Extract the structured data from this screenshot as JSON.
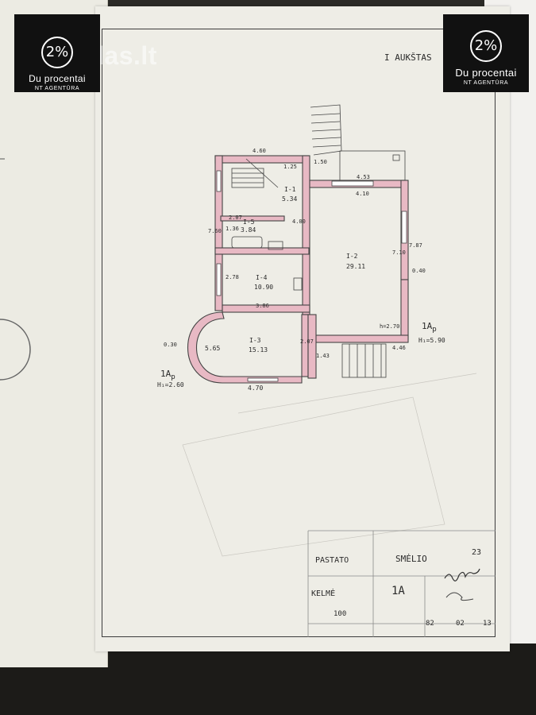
{
  "brand": {
    "name": "Du procentai",
    "subtitle": "NT AGENTŪRA",
    "symbol": "2%"
  },
  "watermark": "aruodas.lt",
  "plan": {
    "floor_title": "I AUKŠTAS",
    "dimensions": {
      "top_width": "4.60",
      "stair_width": "1.25",
      "stair_side": "1.50",
      "right_top": "4.53",
      "right_inner": "4.10",
      "bath_width": "2.07",
      "bath_depth": "1.36",
      "left_side": "7.60",
      "corridor": "4.00",
      "room4_side": "2.78",
      "room4_width": "3.86",
      "room2_side": "7.10",
      "right_side": "7.87",
      "offset": "0.40",
      "room2_inner": "h=2.70",
      "bottom_right": "4.46",
      "left_offset": "0.30",
      "bay_width": "5.65",
      "room3_side": "2.07",
      "small_side": "1.43",
      "bottom_width": "4.70"
    },
    "rooms": [
      {
        "id": "I-1",
        "area": "5.34"
      },
      {
        "id": "I-5",
        "area": "3.84"
      },
      {
        "id": "I-4",
        "area": "10.90"
      },
      {
        "id": "I-2",
        "area": "29.11"
      },
      {
        "id": "I-3",
        "area": "15.13"
      }
    ],
    "heights": {
      "left_mark": "1A",
      "left_mark_sub": "p",
      "left_h": "H₁=2.60",
      "right_mark": "1A",
      "right_mark_sub": "p",
      "right_h": "H₁=5.90"
    }
  },
  "title_block": {
    "row1_label": "PASTATO",
    "row1_value": "SMĖLIO",
    "row1_number": "23",
    "row2_label": "KELMĖ",
    "row2_mark": "1A",
    "scale": "100",
    "date_year": "82",
    "date_month": "02",
    "date_day": "13"
  }
}
